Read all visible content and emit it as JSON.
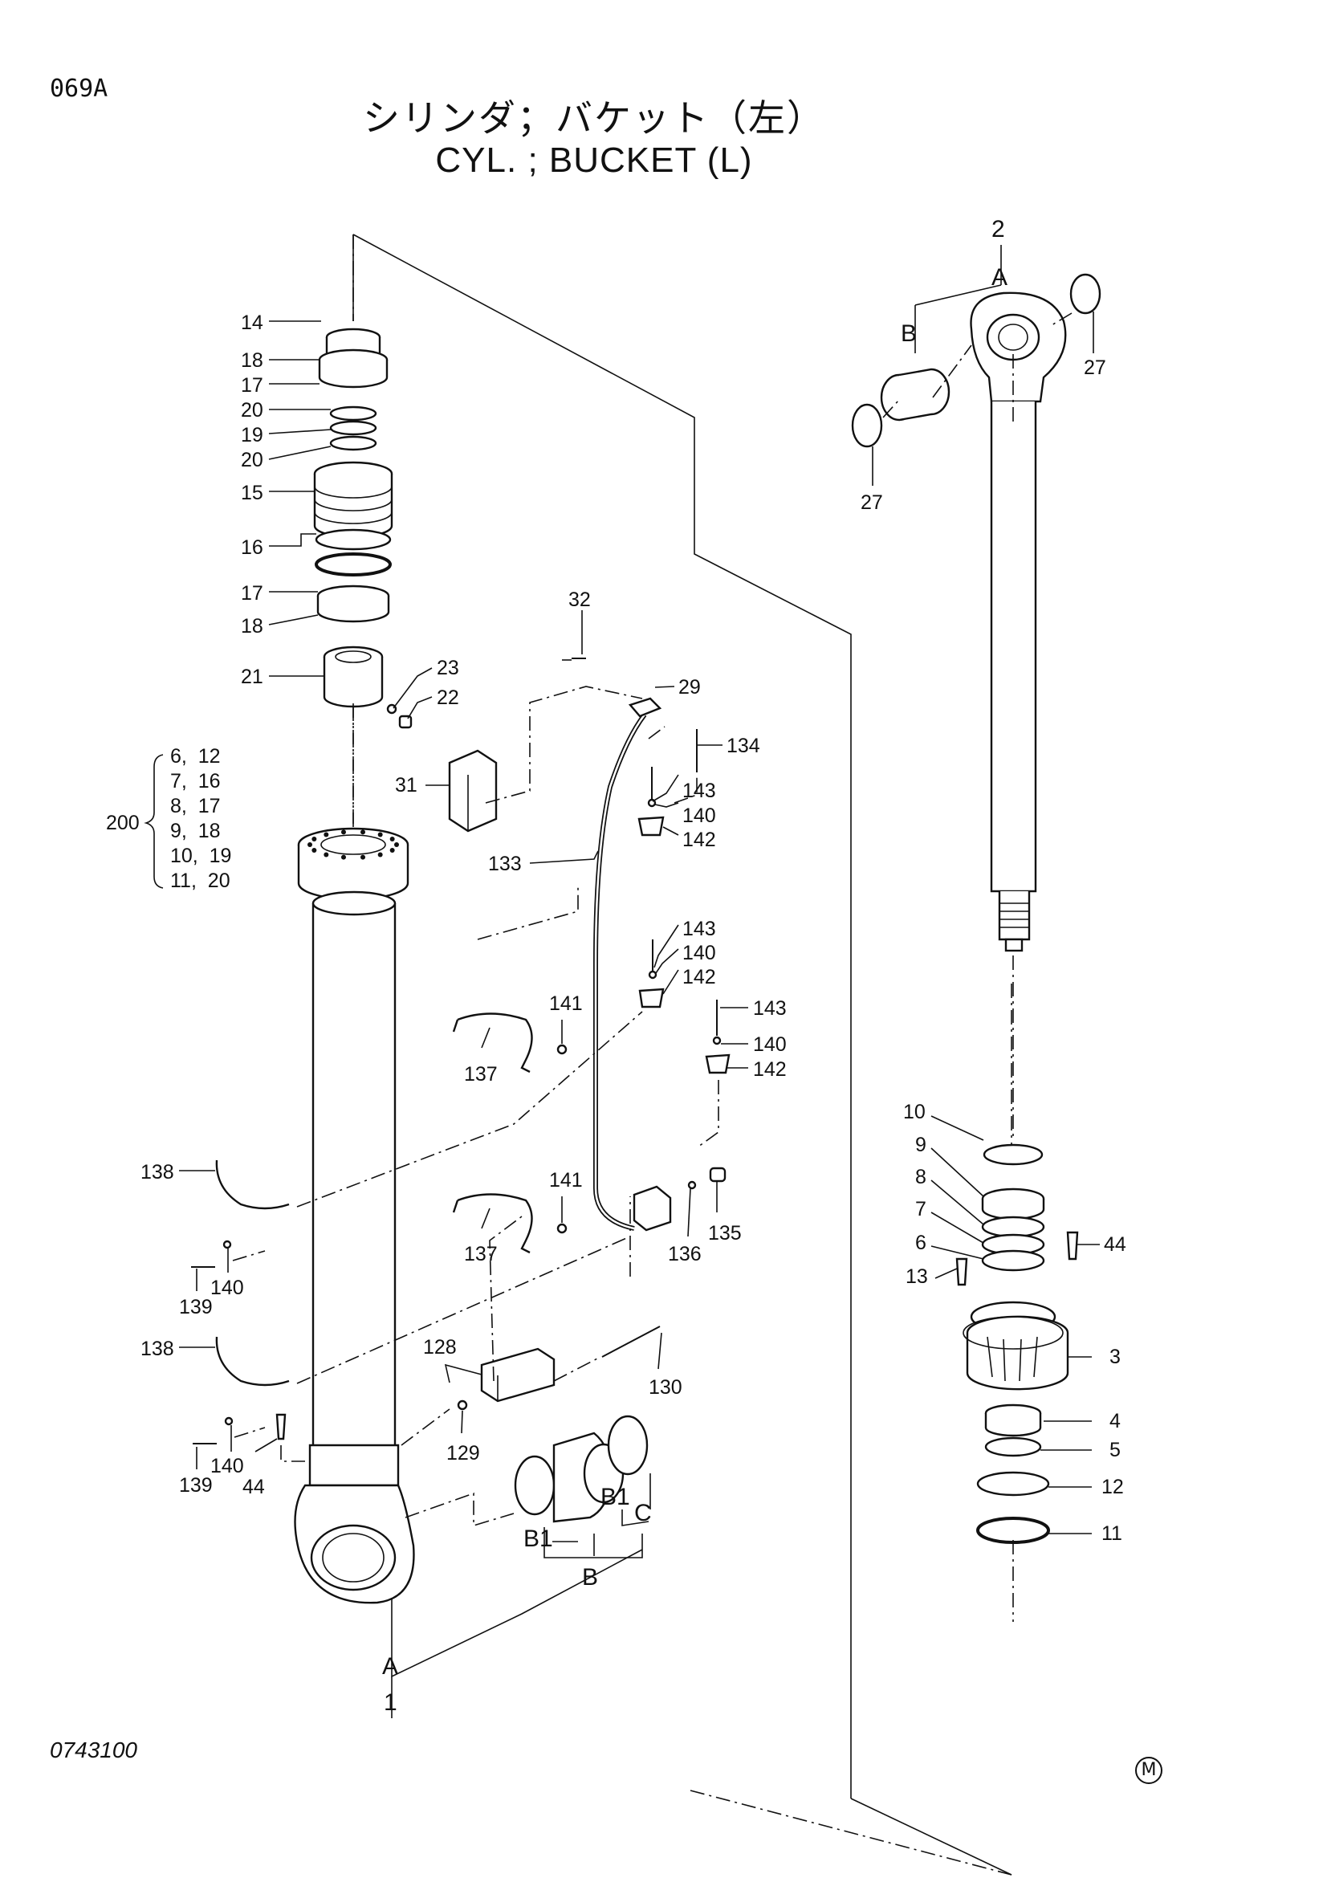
{
  "header": {
    "page_code": "069A",
    "title_jp": "シリンダ；バケット（左）",
    "title_en": "CYL. ; BUCKET (L)"
  },
  "footer": {
    "drawing_number": "0743100",
    "mark": "M"
  },
  "kit_200": {
    "number": "200",
    "rows": [
      "6,  12",
      "7,  16",
      "8,  17",
      "9,  18",
      "10,  19",
      "11,  20"
    ]
  },
  "callouts": {
    "c1": "1",
    "c2": "2",
    "c3": "3",
    "c4": "4",
    "c5": "5",
    "c6": "6",
    "c7": "7",
    "c8": "8",
    "c9": "9",
    "c10": "10",
    "c11": "11",
    "c12": "12",
    "c13": "13",
    "c14": "14",
    "c15": "15",
    "c16": "16",
    "c17": "17",
    "c18": "18",
    "c19": "19",
    "c20": "20",
    "c21": "21",
    "c22": "22",
    "c23": "23",
    "c27": "27",
    "c29": "29",
    "c31": "31",
    "c32": "32",
    "c44": "44",
    "c128": "128",
    "c129": "129",
    "c130": "130",
    "c133": "133",
    "c134": "134",
    "c135": "135",
    "c136": "136",
    "c137": "137",
    "c138": "138",
    "c139": "139",
    "c140": "140",
    "c141": "141",
    "c142": "142",
    "c143": "143",
    "A": "A",
    "B": "B",
    "B1": "B1",
    "C": "C"
  }
}
